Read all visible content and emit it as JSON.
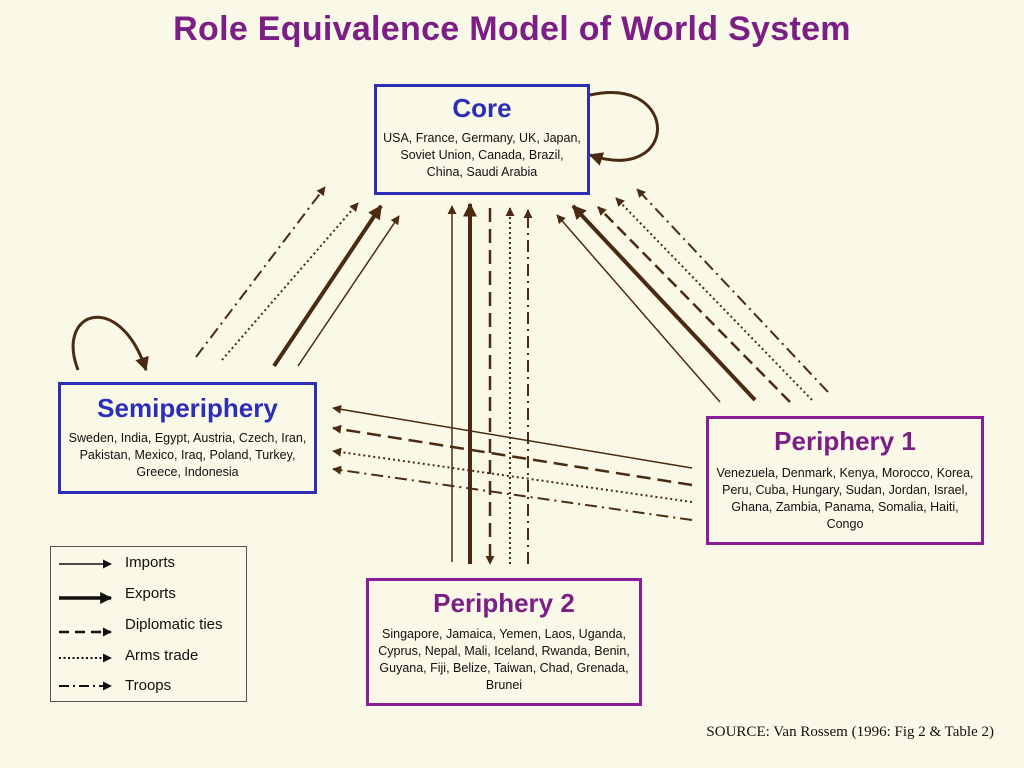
{
  "title": "Role Equivalence Model of World System",
  "nodes": {
    "core": {
      "title": "Core",
      "members": "USA, France, Germany, UK, Japan, Soviet Union, Canada, Brazil, China, Saudi Arabia"
    },
    "semiperiphery": {
      "title": "Semiperiphery",
      "members": "Sweden, India, Egypt, Austria, Czech, Iran, Pakistan, Mexico, Iraq, Poland, Turkey, Greece, Indonesia"
    },
    "periphery1": {
      "title": "Periphery 1",
      "members": "Venezuela, Denmark, Kenya, Morocco, Korea, Peru, Cuba, Hungary, Sudan, Jordan, Israel, Ghana, Zambia, Panama, Somalia, Haiti, Congo"
    },
    "periphery2": {
      "title": "Periphery 2",
      "members": "Singapore, Jamaica, Yemen, Laos, Uganda, Cyprus, Nepal, Mali, Iceland, Rwanda, Benin, Guyana, Fiji, Belize, Taiwan, Chad, Grenada, Brunei"
    }
  },
  "legend": [
    {
      "label": "Imports",
      "style": "thin"
    },
    {
      "label": "Exports",
      "style": "thick"
    },
    {
      "label": "Diplomatic ties",
      "style": "dashed"
    },
    {
      "label": "Arms trade",
      "style": "dotted"
    },
    {
      "label": "Troops",
      "style": "dashdot"
    }
  ],
  "edges": [
    {
      "from": "core",
      "to": "core",
      "type": "exports"
    },
    {
      "from": "semiperiphery",
      "to": "semiperiphery",
      "type": "exports"
    },
    {
      "from": "semiperiphery",
      "to": "core",
      "type": "troops"
    },
    {
      "from": "semiperiphery",
      "to": "core",
      "type": "arms_trade"
    },
    {
      "from": "semiperiphery",
      "to": "core",
      "type": "exports"
    },
    {
      "from": "semiperiphery",
      "to": "core",
      "type": "imports"
    },
    {
      "from": "periphery2",
      "to": "core",
      "type": "imports"
    },
    {
      "from": "periphery2",
      "to": "core",
      "type": "exports"
    },
    {
      "from": "core",
      "to": "periphery2",
      "type": "diplomatic_ties"
    },
    {
      "from": "periphery2",
      "to": "core",
      "type": "arms_trade"
    },
    {
      "from": "periphery2",
      "to": "core",
      "type": "troops"
    },
    {
      "from": "periphery1",
      "to": "core",
      "type": "imports"
    },
    {
      "from": "periphery1",
      "to": "core",
      "type": "exports"
    },
    {
      "from": "periphery1",
      "to": "core",
      "type": "diplomatic_ties"
    },
    {
      "from": "periphery1",
      "to": "core",
      "type": "arms_trade"
    },
    {
      "from": "periphery1",
      "to": "core",
      "type": "troops"
    },
    {
      "from": "periphery1",
      "to": "semiperiphery",
      "type": "imports"
    },
    {
      "from": "periphery1",
      "to": "semiperiphery",
      "type": "diplomatic_ties"
    },
    {
      "from": "periphery1",
      "to": "semiperiphery",
      "type": "arms_trade"
    },
    {
      "from": "periphery1",
      "to": "semiperiphery",
      "type": "troops"
    }
  ],
  "source": "SOURCE: Van Rossem (1996: Fig 2 & Table 2)",
  "colors": {
    "title": "#7B1F86",
    "core_border": "#2B2FB8",
    "periphery_border": "#8A1E96",
    "arrow": "#4A2A12",
    "background": "#FAF8E6"
  }
}
